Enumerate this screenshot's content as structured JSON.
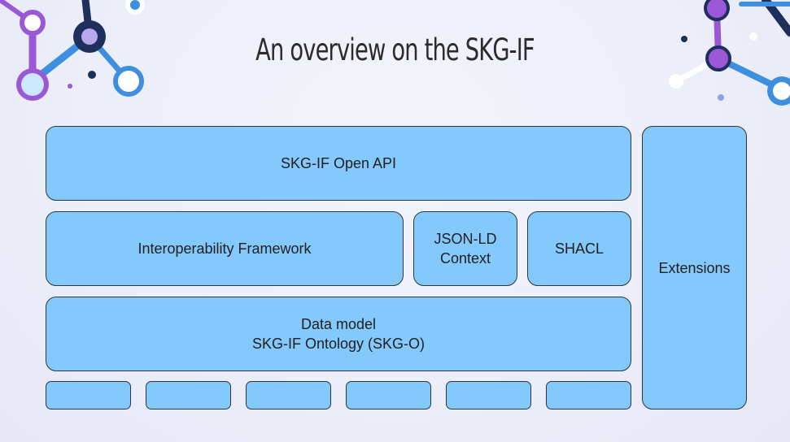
{
  "slide": {
    "title": "An overview on the SKG-IF"
  },
  "diagram": {
    "open_api": "SKG-IF Open API",
    "interoperability": "Interoperability Framework",
    "jsonld": [
      "JSON-LD",
      "Context"
    ],
    "shacl": "SHACL",
    "data_model": [
      "Data model",
      "SKG-IF Ontology (SKG-O)"
    ],
    "extensions": "Extensions",
    "module_count": 6
  },
  "colors": {
    "box_fill": "#84c9fb",
    "box_border": "#2f3640",
    "background": "#eceef9",
    "deco_purple": "#9b58d6",
    "deco_blue": "#3f8fe0",
    "deco_navy": "#1e2f5c"
  }
}
